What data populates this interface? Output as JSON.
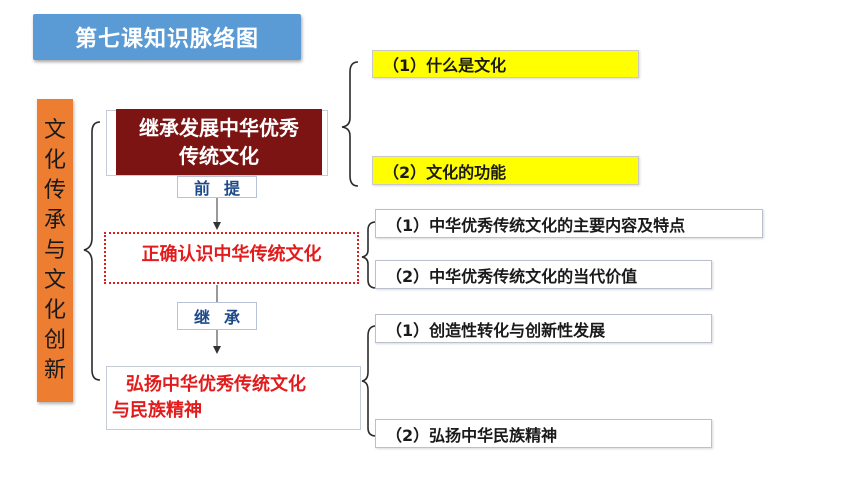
{
  "title": "第七课知识脉络图",
  "sidebar": {
    "chars": [
      "文",
      "化",
      "传",
      "承",
      "与",
      "文",
      "化",
      "创",
      "新"
    ]
  },
  "nodes": {
    "inherit": {
      "line1": "继承发展中华优秀",
      "line2": "传统文化"
    },
    "correct": "正确认识中华传统文化",
    "promote": {
      "line1": "弘扬中华优秀传统文化",
      "line2": "与民族精神"
    }
  },
  "links": {
    "premise": "前提",
    "inheritance": "继承"
  },
  "items": {
    "what_is_culture": "（1）什么是文化",
    "culture_function": "（2）文化的功能",
    "content_features": "（1）中华优秀传统文化的主要内容及特点",
    "contemporary_value": "（2）中华优秀传统文化的当代价值",
    "creative_transform": "（1）创造性转化与创新性发展",
    "national_spirit": "（2）弘扬中华民族精神"
  },
  "colors": {
    "title_bg": "#5b9bd5",
    "sidebar_bg": "#ed7d31",
    "dark_label_bg": "#7b1412",
    "highlight": "#ffff00",
    "accent_red": "#e21c1c",
    "link_text": "#1f4a8a"
  }
}
